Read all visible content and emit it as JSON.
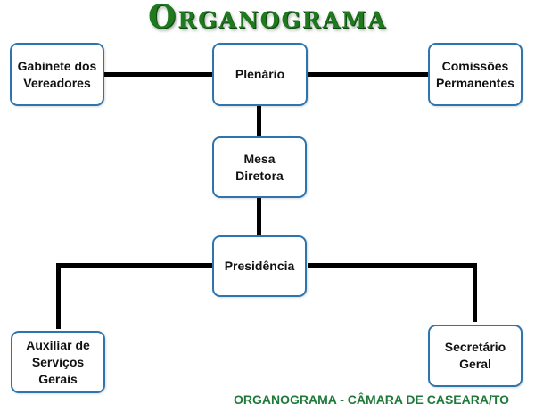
{
  "title": "Organograma",
  "nodes": {
    "gabinete": "Gabinete dos Vereadores",
    "plenario": "Plenário",
    "comissoes": "Comissões Permanentes",
    "mesa": "Mesa Diretora",
    "presidencia": "Presidência",
    "auxiliar": "Auxiliar de Serviços Gerais",
    "secretario": "Secretário Geral"
  },
  "footer": "ORGANOGRAMA - CÂMARA DE CASEARA/TO",
  "colors": {
    "title": "#1f7a1f",
    "box_border": "#2e75b0",
    "connector": "#000000",
    "footer": "#1f7a3a"
  }
}
